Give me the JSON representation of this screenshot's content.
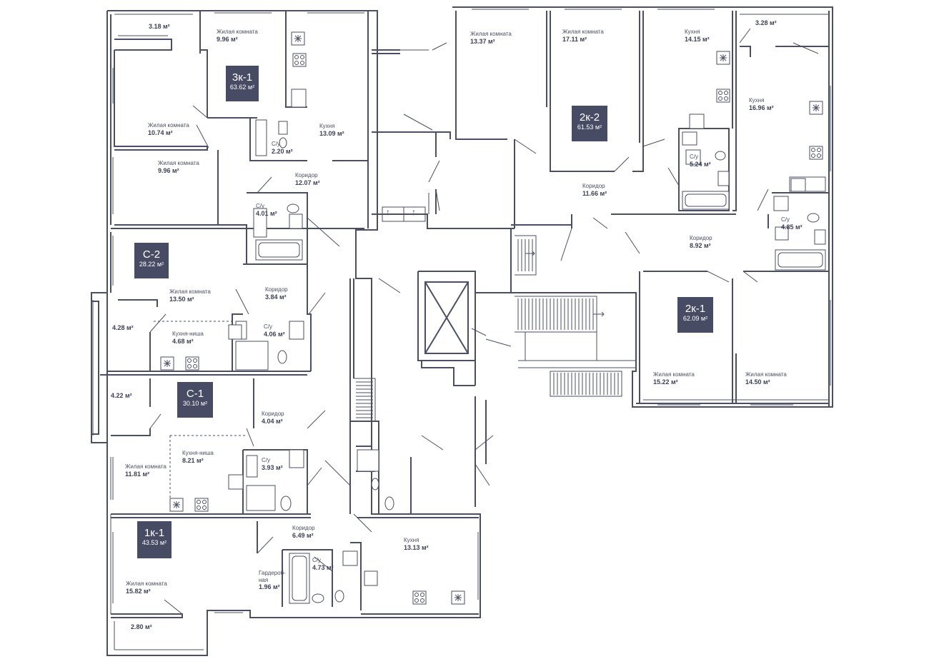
{
  "apartments": [
    {
      "code": "3к-1",
      "area": "63.62 м²"
    },
    {
      "code": "2к-2",
      "area": "61.53 м²"
    },
    {
      "code": "С-2",
      "area": "28.22 м²"
    },
    {
      "code": "2к-1",
      "area": "62.09 м²"
    },
    {
      "code": "С-1",
      "area": "30.10 м²"
    },
    {
      "code": "1к-1",
      "area": "43.53 м²"
    }
  ],
  "rooms": [
    {
      "name": "",
      "area": "3.18 м²"
    },
    {
      "name": "Жилая комната",
      "area": "9.96 м²"
    },
    {
      "name": "Жилая комната",
      "area": "10.74 м²"
    },
    {
      "name": "Жилая комната",
      "area": "9.96 м²"
    },
    {
      "name": "С/у",
      "area": "2.20 м²"
    },
    {
      "name": "Кухня",
      "area": "13.09 м²"
    },
    {
      "name": "Коридор",
      "area": "12.07 м²"
    },
    {
      "name": "С/у",
      "area": "4.01 м²"
    },
    {
      "name": "Жилая комната",
      "area": "13.37 м²"
    },
    {
      "name": "Жилая комната",
      "area": "17.11 м²"
    },
    {
      "name": "Кухня",
      "area": "14.15 м²"
    },
    {
      "name": "",
      "area": "3.28 м²"
    },
    {
      "name": "Кухня",
      "area": "16.96 м²"
    },
    {
      "name": "С/у",
      "area": "5.24 м²"
    },
    {
      "name": "Коридор",
      "area": "11.66 м²"
    },
    {
      "name": "С/у",
      "area": "4.85 м²"
    },
    {
      "name": "Коридор",
      "area": "8.92 м²"
    },
    {
      "name": "Жилая комната",
      "area": "13.50 м²"
    },
    {
      "name": "Коридор",
      "area": "3.84 м²"
    },
    {
      "name": "",
      "area": "4.28 м²"
    },
    {
      "name": "Кухня-ниша",
      "area": "4.68 м²"
    },
    {
      "name": "С/у",
      "area": "4.06 м²"
    },
    {
      "name": "Жилая комната",
      "area": "15.22 м²"
    },
    {
      "name": "Жилая комната",
      "area": "14.50 м²"
    },
    {
      "name": "",
      "area": "4.22 м²"
    },
    {
      "name": "Коридор",
      "area": "4.04 м²"
    },
    {
      "name": "Кухня-ниша",
      "area": "8.21 м²"
    },
    {
      "name": "С/у",
      "area": "3.93 м²"
    },
    {
      "name": "Жилая комната",
      "area": "11.81 м²"
    },
    {
      "name": "Коридор",
      "area": "6.49 м²"
    },
    {
      "name": "Кухня",
      "area": "13.13 м²"
    },
    {
      "name": "С/у",
      "area": "4.73 м²"
    },
    {
      "name": "Гардероб-ная",
      "area": "1.96 м²"
    },
    {
      "name": "Жилая комната",
      "area": "15.82 м²"
    },
    {
      "name": "",
      "area": "2.80 м²"
    }
  ],
  "stair_arrow": "↑",
  "colors": {
    "wall": "#4a4f63",
    "badge": "#474c64",
    "badge_text": "#ffffff"
  }
}
